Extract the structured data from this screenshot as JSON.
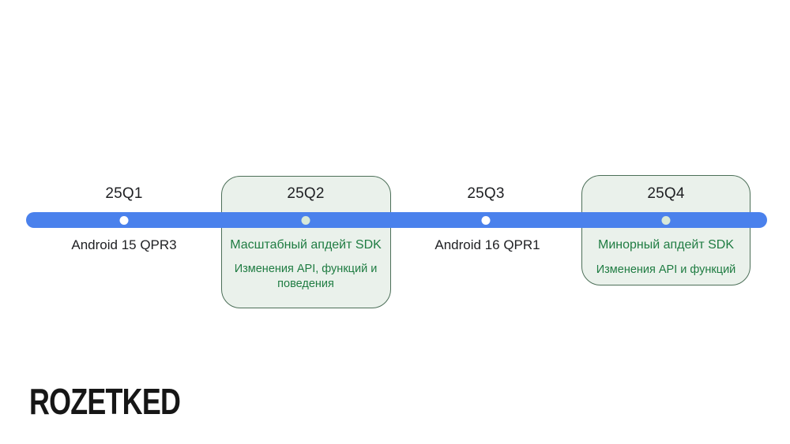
{
  "timeline": {
    "milestones": [
      {
        "quarter": "25Q1",
        "label": "Android 15 QPR3"
      },
      {
        "quarter": "25Q2",
        "title": "Масштабный апдейт SDK",
        "subtitle": "Изменения API, функций и поведения"
      },
      {
        "quarter": "25Q3",
        "label": "Android 16 QPR1"
      },
      {
        "quarter": "25Q4",
        "title": "Минорный апдейт SDK",
        "subtitle": "Изменения API и функций"
      }
    ]
  },
  "branding": {
    "logo": "ROZETKED"
  },
  "colors": {
    "bar": "#4a81ec",
    "dot_plain": "#ffffff",
    "dot_boxed": "#d8e9d8",
    "box_bg": "#eaf1eb",
    "box_border": "#4c6f58",
    "green_text": "#1f7c42",
    "dark_text": "#202124"
  }
}
